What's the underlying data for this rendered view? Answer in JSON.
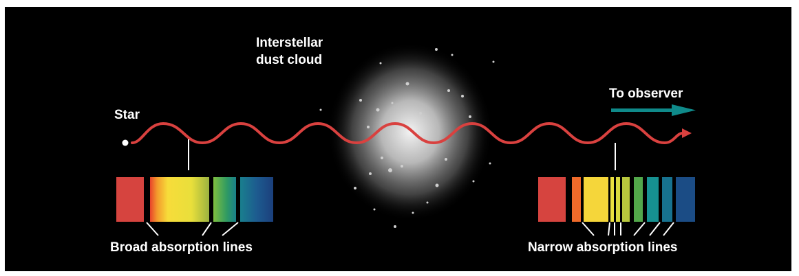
{
  "labels": {
    "star": "Star",
    "dust_cloud_line1": "Interstellar",
    "dust_cloud_line2": "dust cloud",
    "to_observer": "To observer",
    "broad_lines": "Broad absorption lines",
    "narrow_lines": "Narrow absorption lines"
  },
  "colors": {
    "background": "#000000",
    "light_wave": "#d9413f",
    "observer_arrow": "#0f8a8a",
    "text": "#ffffff"
  }
}
